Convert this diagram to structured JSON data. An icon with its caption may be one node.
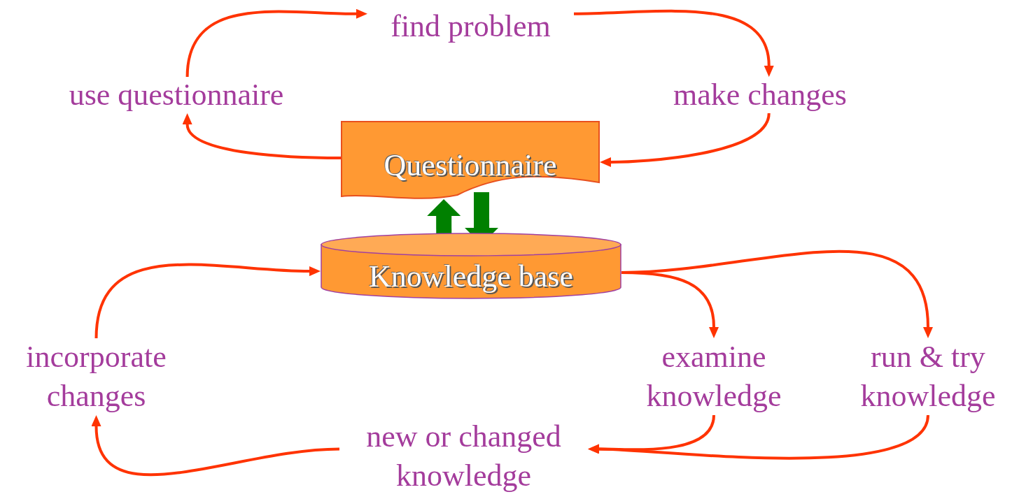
{
  "diagram": {
    "nodes": [
      {
        "text": [
          "find problem"
        ]
      },
      {
        "text": [
          "use questionnaire"
        ]
      },
      {
        "text": [
          "make changes"
        ]
      },
      {
        "text": [
          "Questionnaire"
        ]
      },
      {
        "text": [
          "Knowledge base"
        ]
      },
      {
        "text": [
          "incorporate changes"
        ]
      },
      {
        "text": [
          "examine knowledge"
        ]
      },
      {
        "text": [
          "run & try knowledge"
        ]
      },
      {
        "text": [
          "new or changed knowledge"
        ]
      }
    ],
    "edges": [
      {
        "from": 1,
        "to": 0,
        "arrow": "to"
      },
      {
        "from": 0,
        "to": 2,
        "arrow": "to"
      },
      {
        "from": 2,
        "to": 3,
        "arrow": "to"
      },
      {
        "from": 3,
        "to": 1,
        "arrow": "to"
      },
      {
        "from": 4,
        "to": 3,
        "arrow": "to",
        "style": "thick",
        "color": "#008000"
      },
      {
        "from": 3,
        "to": 4,
        "arrow": "to",
        "style": "thick",
        "color": "#008000"
      },
      {
        "from": 4,
        "to": 6,
        "arrow": "to"
      },
      {
        "from": 4,
        "to": 7,
        "arrow": "to"
      },
      {
        "from": 6,
        "to": 8,
        "arrow": "to"
      },
      {
        "from": 7,
        "to": 8,
        "arrow": "to"
      },
      {
        "from": 8,
        "to": 5,
        "arrow": "to"
      },
      {
        "from": 5,
        "to": 4,
        "arrow": "to"
      }
    ]
  }
}
